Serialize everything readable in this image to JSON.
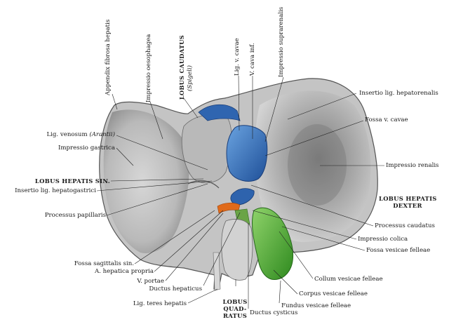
{
  "colors": {
    "liver": "#c9c9c9",
    "liver_shade": "#8f8f8f",
    "vena_cava": "#3f7fc8",
    "gallbladder": "#57b53a",
    "portal_vein": "#3b6fb5",
    "hepatic_artery": "#e0701f",
    "background": "#ffffff"
  },
  "labels": {
    "appendix_fibrosa": "Appendix fibrosa hepatis",
    "impressio_oesophagea": "Impressio oesophagea",
    "lobus_caudatus": "LOBUS CAUDATUS",
    "spigeli": "(Spigeli)",
    "lig_v_cavae": "Lig. v. cavae",
    "v_cava_inf": "V. cava inf.",
    "impressio_suprarenalis": "Impressio suprarenalis",
    "insertio_hepatorenalis": "Insertio lig. hepatorenalis",
    "fossa_v_cavae": "Fossa v. cavae",
    "lig_venosum": "Lig. venosum",
    "arantii": "(Arantii)",
    "impressio_gastrica": "Impressio gastrica",
    "impressio_renalis": "Impressio renalis",
    "lobus_sin": "LOBUS HEPATIS SIN.",
    "insertio_hepatogastrici": "Insertio lig. hepatogastrici",
    "lobus_dexter_1": "LOBUS HEPATIS",
    "lobus_dexter_2": "DEXTER",
    "processus_papillaris": "Processus papillaris",
    "processus_caudatus": "Processus caudatus",
    "impressio_colica": "Impressio colica",
    "fossa_vesicae": "Fossa vesicae felleae",
    "fossa_sagittalis": "Fossa sagittalis sin.",
    "a_hepatica": "A. hepatica propria",
    "v_portae": "V. portae",
    "ductus_hepaticus": "Ductus hepaticus",
    "collum_vesicae": "Collum vesicae felleae",
    "corpus_vesicae": "Corpus vesicae felleae",
    "lig_teres": "Lig. teres hepatis",
    "lobus_quadratus_1": "LOBUS",
    "lobus_quadratus_2": "QUAD-",
    "lobus_quadratus_3": "RATUS",
    "fundus_vesicae": "Fundus vesicae felleae",
    "ductus_cysticus": "Ductus cysticus"
  }
}
